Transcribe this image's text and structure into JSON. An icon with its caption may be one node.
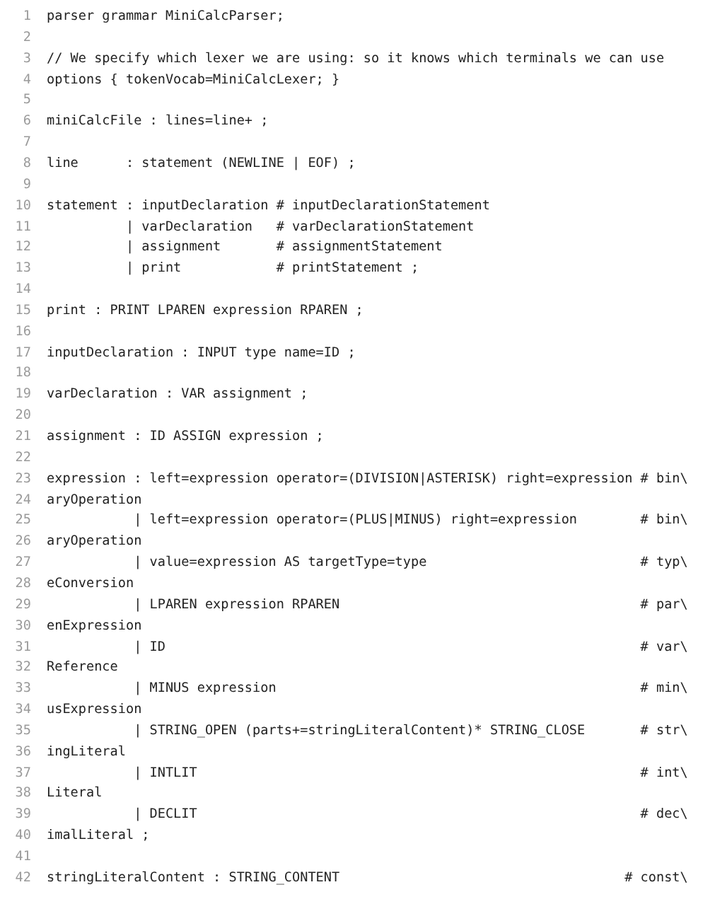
{
  "diagram": {
    "labels": [
      "1",
      "parser grammar MiniCalcParser;",
      "2",
      "3",
      "// We specify which lexer we are using: so it knows which terminals we can use",
      "4",
      "options { tokenVocab=MiniCalcLexer; }",
      "5",
      "6",
      "miniCalcFile : lines=line+ ;",
      "7",
      "8",
      "line      : statement (NEWLINE | EOF) ;",
      "9",
      "10",
      "statement : inputDeclaration # inputDeclarationStatement",
      "11",
      "          | varDeclaration   # varDeclarationStatement",
      "12",
      "          | assignment       # assignmentStatement",
      "13",
      "          | print            # printStatement ;",
      "14",
      "15",
      "print : PRINT LPAREN expression RPAREN ;",
      "16",
      "17",
      "inputDeclaration : INPUT type name=ID ;",
      "18",
      "19",
      "varDeclaration : VAR assignment ;",
      "20",
      "21",
      "assignment : ID ASSIGN expression ;",
      "22",
      "23",
      "expression : left=expression operator=(DIVISION|ASTERISK) right=expression # bin\\",
      "24",
      "aryOperation",
      "25",
      "           | left=expression operator=(PLUS|MINUS) right=expression        # bin\\",
      "26",
      "aryOperation",
      "27",
      "           | value=expression AS targetType=type                           # typ\\",
      "28",
      "eConversion",
      "29",
      "           | LPAREN expression RPAREN                                      # par\\",
      "30",
      "enExpression",
      "31",
      "           | ID                                                            # var\\",
      "32",
      "Reference",
      "33",
      "           | MINUS expression                                              # min\\",
      "34",
      "usExpression",
      "35",
      "           | STRING_OPEN (parts+=stringLiteralContent)* STRING_CLOSE       # str\\",
      "36",
      "ingLiteral",
      "37",
      "           | INTLIT                                                        # int\\",
      "38",
      "Literal",
      "39",
      "           | DECLIT                                                        # dec\\",
      "40",
      "imalLiteral ;",
      "41",
      "42",
      "stringLiteralContent : STRING_CONTENT                                    # const\\"
    ]
  }
}
